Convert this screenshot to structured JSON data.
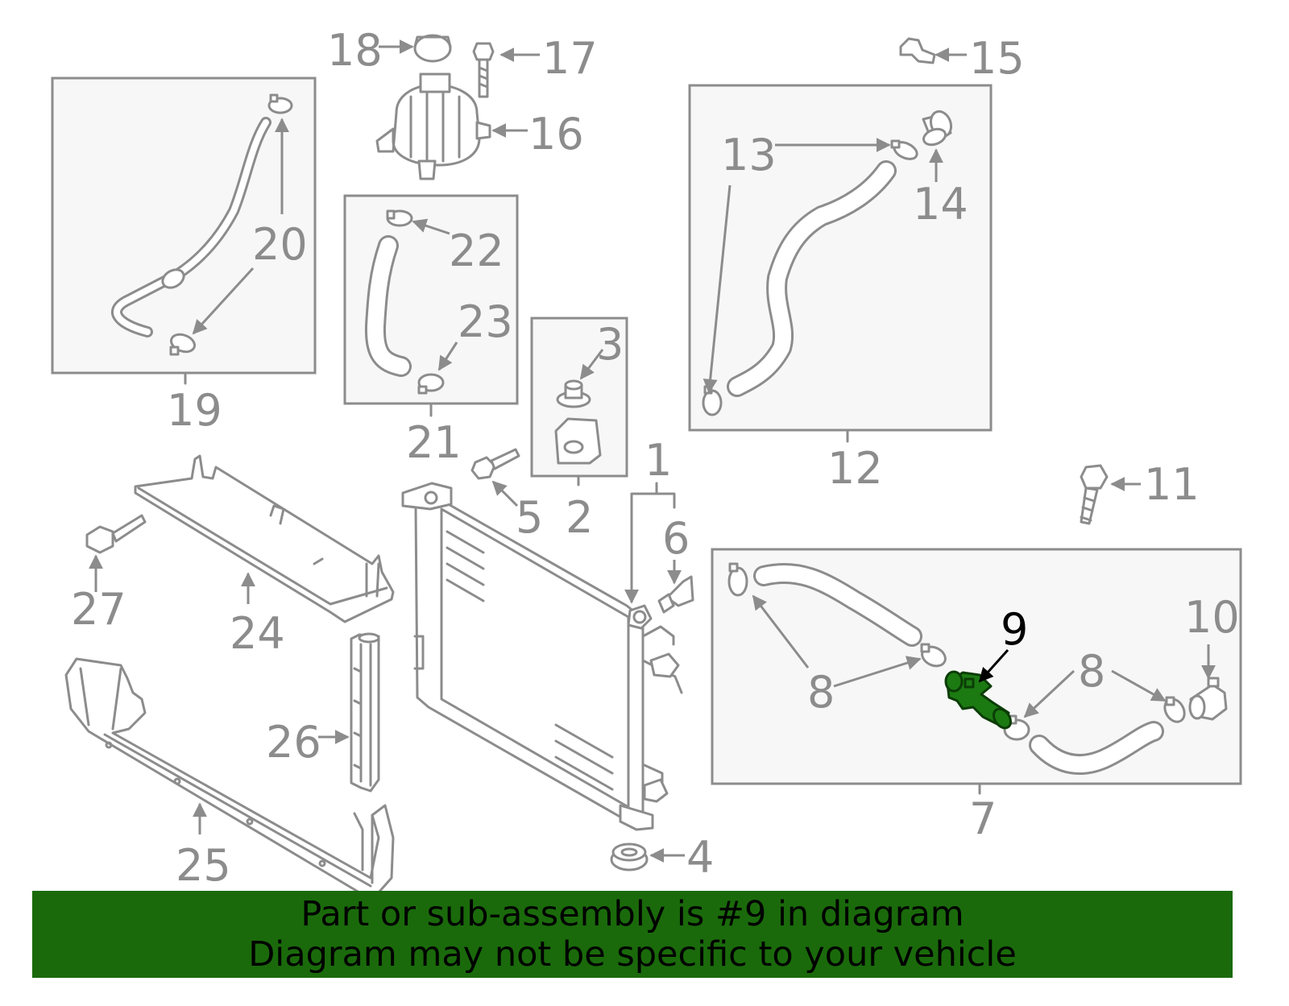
{
  "diagram": {
    "callouts": {
      "c1": "1",
      "c2": "2",
      "c3": "3",
      "c4": "4",
      "c5": "5",
      "c6": "6",
      "c7": "7",
      "c8a": "8",
      "c8b": "8",
      "c9": "9",
      "c10": "10",
      "c11": "11",
      "c12": "12",
      "c13": "13",
      "c14": "14",
      "c15": "15",
      "c16": "16",
      "c17": "17",
      "c18": "18",
      "c19": "19",
      "c20": "20",
      "c21": "21",
      "c22": "22",
      "c23": "23",
      "c24": "24",
      "c25": "25",
      "c26": "26",
      "c27": "27"
    },
    "highlighted_part": "9",
    "colors": {
      "line_art": "#8c8c8c",
      "box_fill": "#f7f7f7",
      "highlight_part": "#1c7a12",
      "banner": "#1a6a0b",
      "banner_text": "#000000"
    }
  },
  "banner": {
    "line1": "Part or sub-assembly is #9 in diagram",
    "line2": "Diagram may not be specific to your vehicle"
  }
}
